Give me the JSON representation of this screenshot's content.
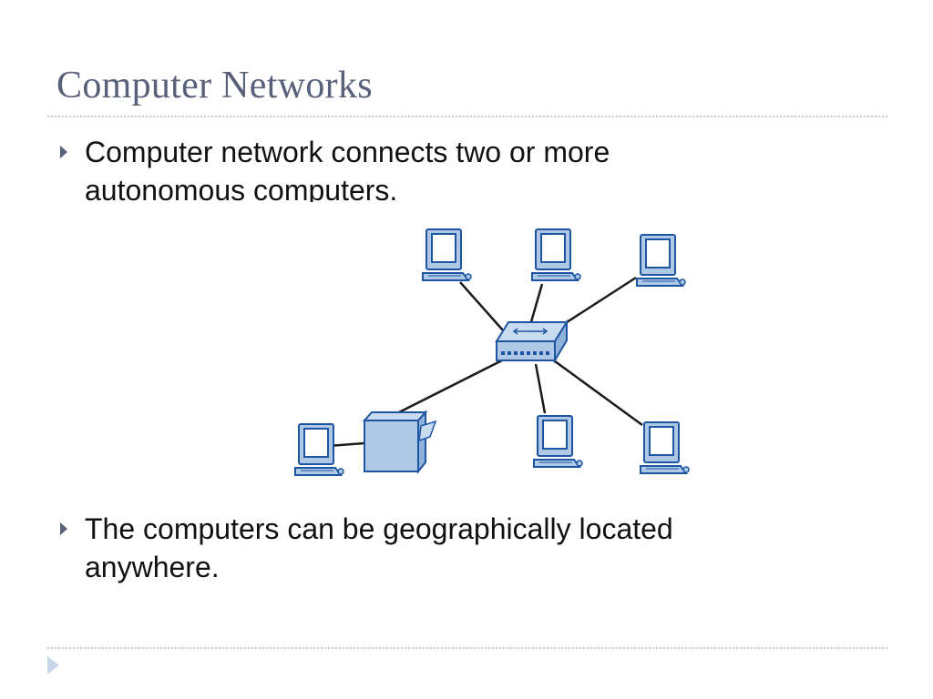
{
  "slide": {
    "title": "Computer Networks",
    "bullets": [
      {
        "text": "Computer network connects two or more autonomous computers."
      },
      {
        "text": "The computers can be geographically located anywhere."
      }
    ]
  },
  "diagram": {
    "nodes": [
      "computer",
      "computer",
      "computer",
      "switch",
      "computer",
      "printer",
      "computer",
      "computer"
    ],
    "colors": {
      "device_fill": "#aec8e6",
      "device_stroke": "#1d55a3",
      "link": "#1a1a1a"
    }
  }
}
